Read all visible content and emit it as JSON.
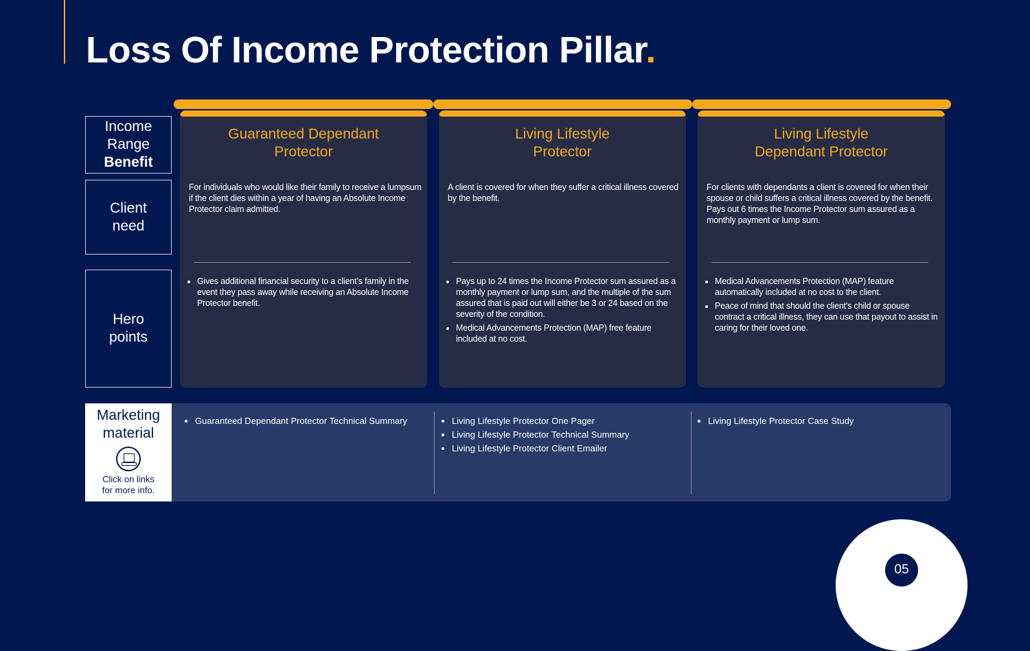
{
  "title": "Loss Of Income Protection Pillar",
  "title_dot": ".",
  "row_labels": {
    "income": [
      "Income",
      "Range",
      "Benefit"
    ],
    "client_need": [
      "Client",
      "need"
    ],
    "hero": [
      "Hero",
      "points"
    ]
  },
  "products": [
    {
      "name": "Guaranteed Dependant Protector",
      "need": "For individuals who would like their family to receive a lumpsum if the client dies within a year of having an Absolute Income Protector claim admitted.",
      "hero": [
        "Gives additional financial security to a client’s family in the event they pass away while receiving an Absolute Income Protector benefit."
      ]
    },
    {
      "name": "Living Lifestyle Protector",
      "need": "A client is covered for when they suffer a critical illness covered by the benefit.",
      "hero": [
        "Pays up to 24 times the Income Protector sum assured as a monthly payment or lump sum, and the multiple of the sum assured that is paid out will either be 3 or 24 based on the severity of the condition.",
        "Medical Advancements Protection (MAP) free feature included at no cost."
      ]
    },
    {
      "name": "Living Lifestyle Dependant Protector",
      "need": "For clients with dependants a client is covered for when their spouse or child suffers a critical illness covered by the benefit. Pays out 6 times the Income Protector sum assured as a monthly payment or lump sum.",
      "hero": [
        "Medical Advancements Protection (MAP) feature automatically included at no cost to the client.",
        "Peace of mind that should the client’s child or spouse contract a critical illness, they can use that payout to assist in caring for their loved one."
      ]
    }
  ],
  "marketing": {
    "label": [
      "Marketing",
      "material"
    ],
    "icon": "laptop-icon",
    "hint": [
      "Click on links",
      "for more info."
    ],
    "columns": [
      [
        "Guaranteed Dependant Protector Technical Summary"
      ],
      [
        "Living Lifestyle Protector One Pager",
        "Living Lifestyle Protector Technical Summary",
        "Living Lifestyle Protector Client Emailer"
      ],
      [
        "Living Lifestyle Protector Case Study"
      ]
    ]
  },
  "page_number": "05",
  "colors": {
    "background": "#00174f",
    "accent": "#f5a81c",
    "card": "#262c45",
    "panel": "#283a68"
  }
}
